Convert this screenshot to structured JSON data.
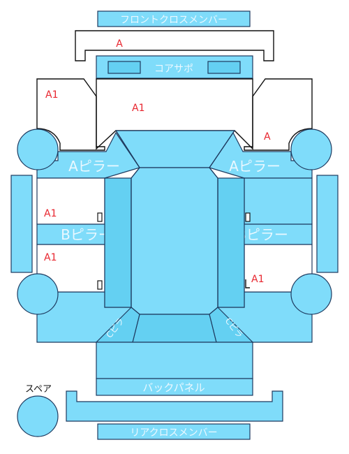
{
  "labels": {
    "front_cross_member": "フロントクロスメンバー",
    "core_support": "コアサポ",
    "a_pillar_left": "Aピラー",
    "a_pillar_right": "Aピラー",
    "b_pillar_left": "Bピラー",
    "b_pillar_right": "Bピラー",
    "back_panel": "バックパネル",
    "rear_cross_member": "リアクロスメンバー",
    "spare": "スペア",
    "c_left": "Cピラ",
    "c_right": "Cピラ"
  },
  "damage_marks": {
    "front_member": "A",
    "front_left_fender": "A1",
    "hood": "A1",
    "front_right_fender": "A",
    "left_front_door": "A1",
    "left_rear_door": "A1",
    "right_rear_door": "A1"
  },
  "colors": {
    "panel": "#7fdcfa",
    "panel_dark": "#64d0f2",
    "outline": "#1e3a5f",
    "mark": "#e8262f"
  }
}
